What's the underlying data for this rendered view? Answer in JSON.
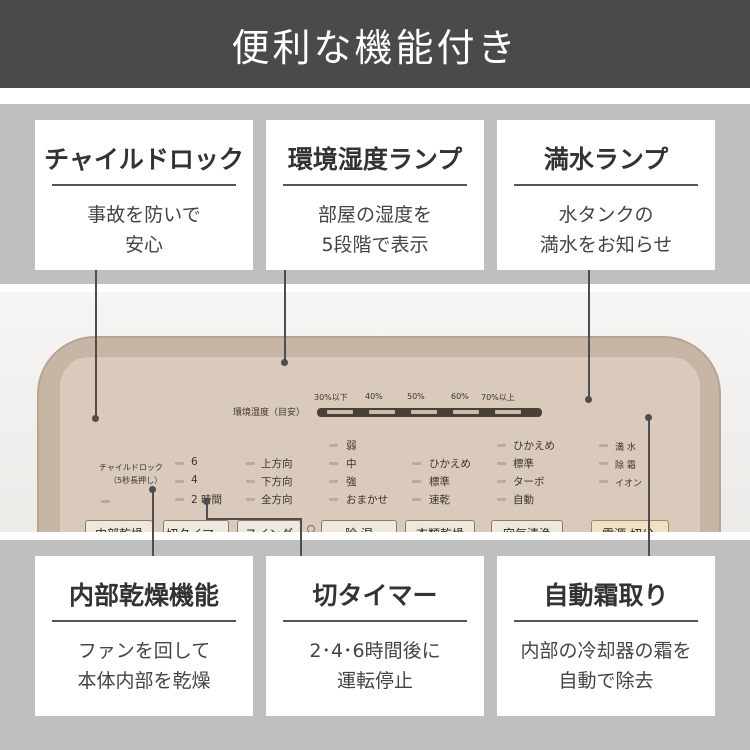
{
  "banner": {
    "title": "便利な機能付き"
  },
  "top_cards": [
    {
      "title": "チャイルドロック",
      "desc": [
        "事故を防いで",
        "安心"
      ]
    },
    {
      "title": "環境湿度ランプ",
      "desc": [
        "部屋の湿度を",
        "5段階で表示"
      ]
    },
    {
      "title": "満水ランプ",
      "desc": [
        "水タンクの",
        "満水をお知らせ"
      ]
    }
  ],
  "bottom_cards": [
    {
      "title": "内部乾燥機能",
      "desc": [
        "ファンを回して",
        "本体内部を乾燥"
      ]
    },
    {
      "title": "切タイマー",
      "desc": [
        "2･4･6時間後に",
        "運転停止"
      ]
    },
    {
      "title": "自動霜取り",
      "desc": [
        "内部の冷却器の霜を",
        "自動で除去"
      ]
    }
  ],
  "panel": {
    "humidity_label": "環境湿度（目安）",
    "humidity_steps": [
      "30%以下",
      "40%",
      "50%",
      "60%",
      "70%以上"
    ],
    "child_lock": [
      "チャイルドロック",
      "（5秒長押し）"
    ],
    "timer_hours": [
      "6",
      "4",
      "2 時間"
    ],
    "swing_options": [
      "上方向",
      "下方向",
      "全方向"
    ],
    "dehumid_options": [
      "弱",
      "中",
      "強",
      "おまかせ"
    ],
    "laundry_options": [
      "ひかえめ",
      "標準",
      "速乾"
    ],
    "air_options": [
      "ひかえめ",
      "標準",
      "ターボ",
      "自動"
    ],
    "status_lamps": [
      "満 水",
      "除 霜",
      "イオン"
    ],
    "buttons": {
      "internal_dry": "内部乾燥",
      "off_timer": "切タイマー",
      "swing": "スイング",
      "dehumidify": "除 湿",
      "laundry": "衣類乾燥",
      "air_purify": "空気清浄",
      "power": "電源 切/入"
    }
  },
  "colors": {
    "banner": "#4a4a4a",
    "band": "#bfbfbf",
    "panel": "#c8b6a4",
    "text": "#333333"
  }
}
